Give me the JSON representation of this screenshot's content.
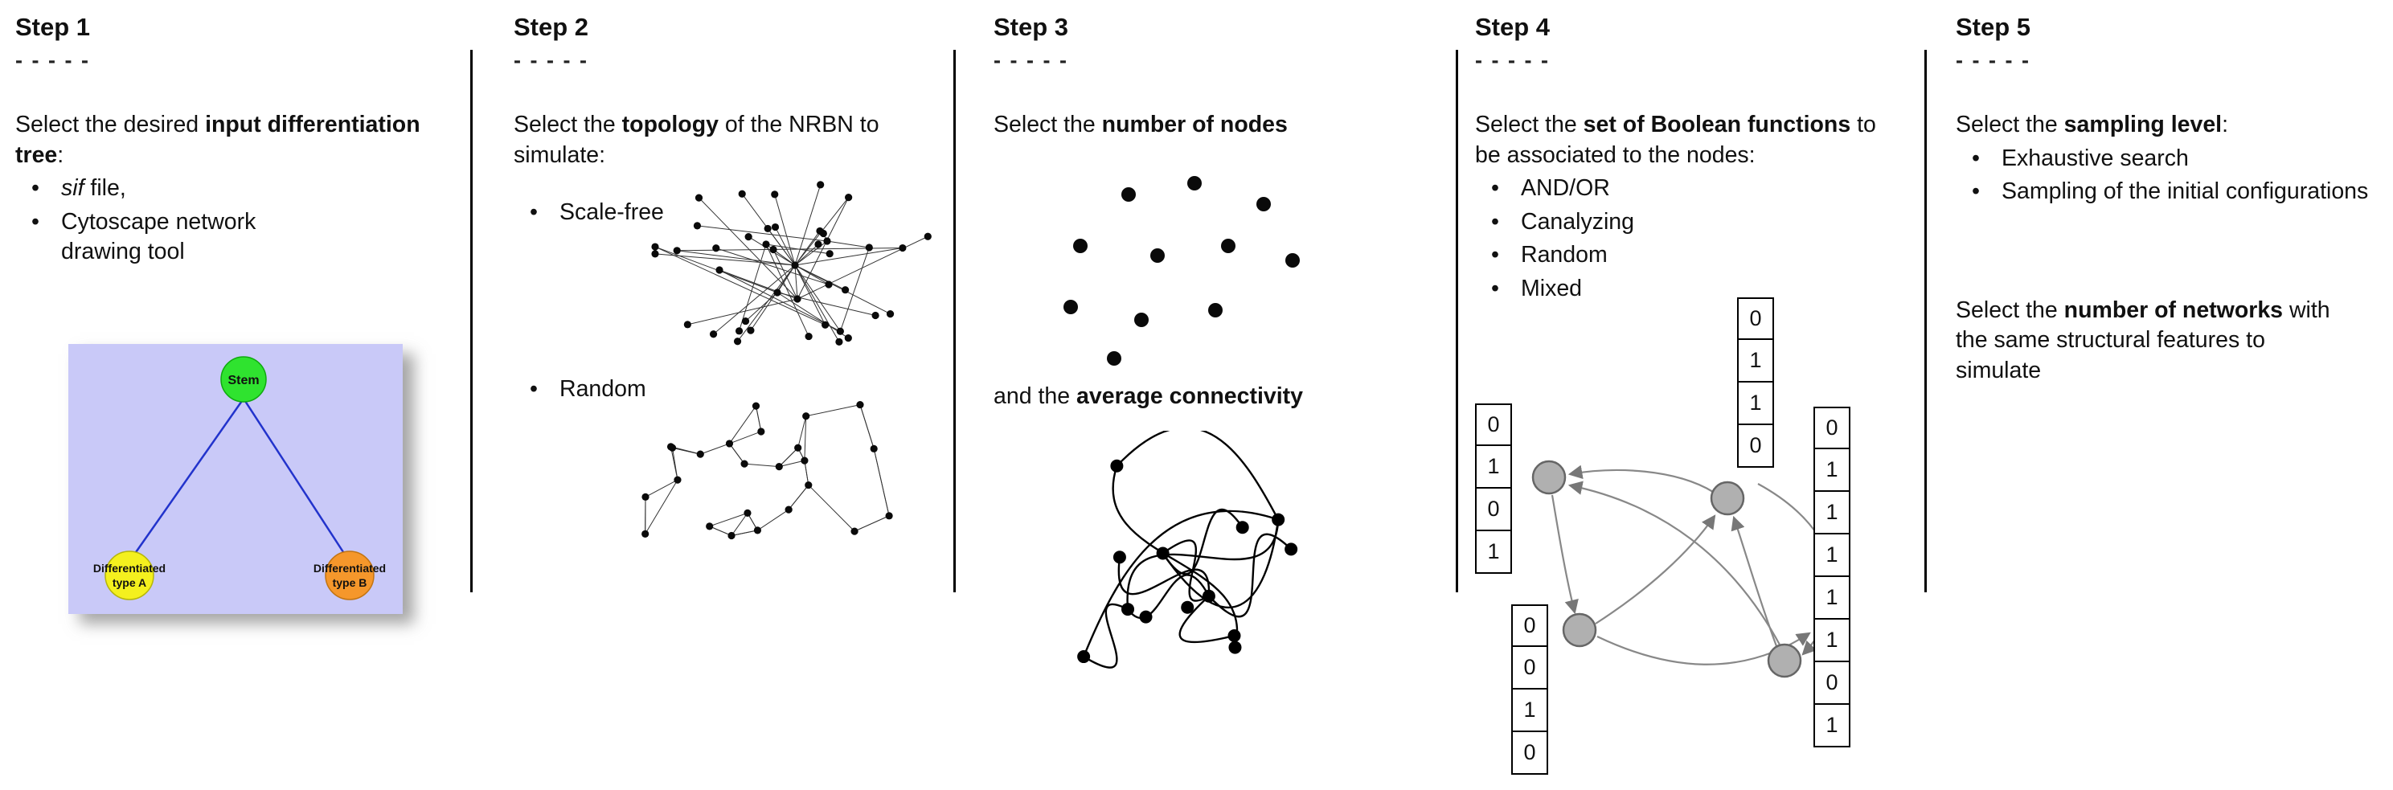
{
  "steps": [
    {
      "title": "Step 1",
      "dashes": "- - - - -",
      "intro_pre": "Select the desired ",
      "intro_bold": "input differentiation tree",
      "intro_post": ":",
      "bullet1_italic": "sif",
      "bullet1_rest": " file,",
      "bullet2": "Cytoscape network drawing tool",
      "tree": {
        "stem_label": "Stem",
        "type_a_line1": "Differentiated",
        "type_a_line2": "type A",
        "type_b_line1": "Differentiated",
        "type_b_line2": "type B"
      }
    },
    {
      "title": "Step 2",
      "dashes": "- - - - -",
      "intro_pre": "Select the ",
      "intro_bold": "topology",
      "intro_post": " of the NRBN to simulate:",
      "bullet1": "Scale-free",
      "bullet2": "Random"
    },
    {
      "title": "Step 3",
      "dashes": "- - - - -",
      "line1_pre": "Select the ",
      "line1_bold": "number of nodes",
      "line2_pre": "and the ",
      "line2_bold": "average connectivity"
    },
    {
      "title": "Step 4",
      "dashes": "- - - - -",
      "intro_pre": "Select the ",
      "intro_bold": "set of Boolean functions",
      "intro_post": " to be associated to the nodes:",
      "bullets": [
        "AND/OR",
        "Canalyzing",
        "Random",
        "Mixed"
      ],
      "tables": {
        "left": [
          "0",
          "1",
          "0",
          "1"
        ],
        "top": [
          "0",
          "1",
          "1",
          "0"
        ],
        "bottom_left": [
          "0",
          "0",
          "1",
          "0"
        ],
        "right": [
          "0",
          "1",
          "1",
          "1",
          "1",
          "1",
          "0",
          "1"
        ]
      }
    },
    {
      "title": "Step 5",
      "dashes": "- - - - -",
      "p1_pre": "Select the ",
      "p1_bold": "sampling level",
      "p1_post": ":",
      "bullets": [
        "Exhaustive search",
        "Sampling of the initial configurations"
      ],
      "p2_pre": "Select the ",
      "p2_bold": "number of networks",
      "p2_post": " with the same structural features to simulate"
    }
  ],
  "colors": {
    "tree_background": "#c9c9f8",
    "stem_fill": "#2fe32f",
    "type_a_fill": "#f4f01e",
    "type_b_fill": "#f5972b",
    "tree_edge": "#2233cc",
    "network_dot": "#0a0a0a",
    "boolean_node_fill": "#b0b0b0",
    "boolean_edge": "#888888"
  }
}
